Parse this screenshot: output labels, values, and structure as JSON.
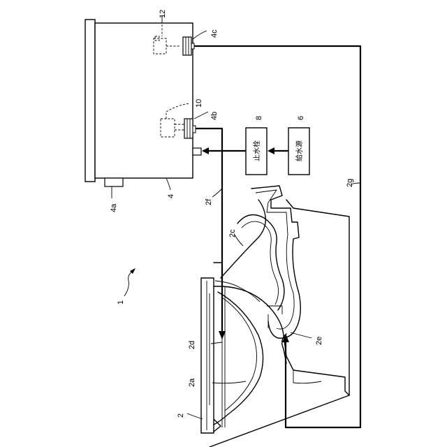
{
  "figure": {
    "labels": {
      "system": "1",
      "toilet": "2",
      "bowl": "2a",
      "trap": "2c",
      "rim_outlet": "2d",
      "jet_outlet": "2e",
      "pipe_f": "2f",
      "pipe_g": "2g",
      "tank": "4",
      "tank_a": "4a",
      "tank_b": "4b",
      "tank_c": "4c",
      "supply": "6",
      "valve": "8",
      "part_10": "10",
      "part_12": "12"
    },
    "boxes": {
      "stop_valve": "止水栓",
      "water_supply": "給水源"
    }
  }
}
